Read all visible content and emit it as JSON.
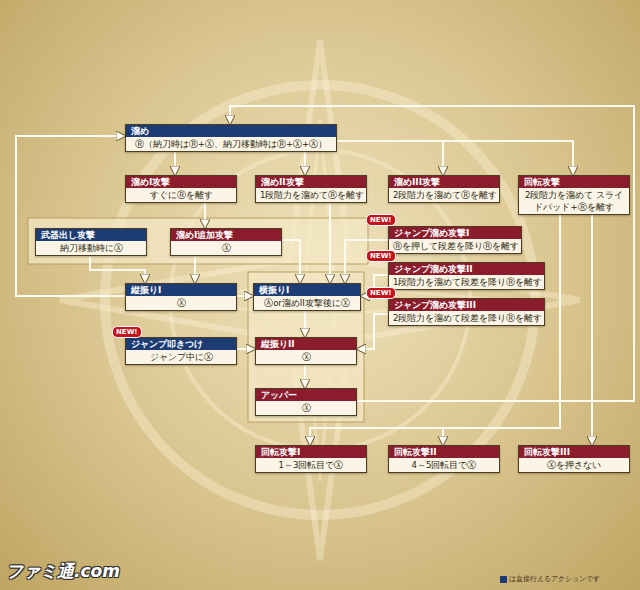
{
  "diagram": {
    "nodes": [
      {
        "text": [
          "溜め",
          "Ⓡ（納刀時はⓇ+Ⓧ、納刀移動時はⓇ+Ⓧ+Ⓐ）"
        ]
      },
      {
        "text": [
          "溜めI攻撃",
          "すぐにⓇを離す"
        ]
      },
      {
        "text": [
          "溜めII攻撃",
          "1段階力を溜めてⓇを離す"
        ]
      },
      {
        "text": [
          "溜めIII攻撃",
          "2段階力を溜めてⓇを離す"
        ]
      },
      {
        "text": [
          "回転攻撃",
          "2段階力を溜めて スライドパッド+Ⓡを離す"
        ]
      },
      {
        "text": [
          "武器出し攻撃",
          "納刀移動時にⓍ"
        ]
      },
      {
        "text": [
          "溜めI追加攻撃",
          "Ⓧ"
        ]
      },
      {
        "text": [
          "ジャンプ溜め攻撃I",
          "Ⓡを押して段差を降りⓇを離す"
        ]
      },
      {
        "text": [
          "ジャンプ溜め攻撃II",
          "1段階力を溜めて段差を降りⓇを離す"
        ]
      },
      {
        "text": [
          "縦振りI",
          "Ⓧ"
        ]
      },
      {
        "text": [
          "横振りI",
          "Ⓐor溜めII攻撃後にⓍ"
        ]
      },
      {
        "text": [
          "ジャンプ溜め攻撃III",
          "2段階力を溜めて段差を降りⓇを離す"
        ]
      },
      {
        "text": [
          "ジャンプ叩きつけ",
          "ジャンプ中にⓍ"
        ]
      },
      {
        "text": [
          "縦振りII",
          "Ⓧ"
        ]
      },
      {
        "text": [
          "アッパー",
          "Ⓧ"
        ]
      },
      {
        "text": [
          "回転攻撃I",
          "1～3回転目でⓍ"
        ]
      },
      {
        "text": [
          "回転攻撃II",
          "4～5回転目でⓍ"
        ]
      },
      {
        "text": [
          "回転攻撃III",
          "Ⓧを押さない"
        ]
      }
    ],
    "edges": [
      {
        "from": 0,
        "to": 1,
        "arrow": "to"
      },
      {
        "from": 0,
        "to": 2,
        "arrow": "to"
      },
      {
        "from": 0,
        "to": 3,
        "arrow": "to"
      },
      {
        "from": 0,
        "to": 4,
        "arrow": "to"
      },
      {
        "from": 1,
        "to": 6,
        "arrow": "to"
      },
      {
        "from": 5,
        "to": 9,
        "arrow": "to"
      },
      {
        "from": 6,
        "to": 9,
        "arrow": "to"
      },
      {
        "from": 6,
        "to": 10,
        "arrow": "to"
      },
      {
        "from": 2,
        "to": 10,
        "arrow": "to"
      },
      {
        "from": 9,
        "to": 10,
        "arrow": "to"
      },
      {
        "from": 10,
        "to": 13,
        "arrow": "to"
      },
      {
        "from": 12,
        "to": 13,
        "arrow": "to"
      },
      {
        "from": 13,
        "to": 14,
        "arrow": "to"
      },
      {
        "from": 9,
        "to": 0,
        "arrow": "to"
      },
      {
        "from": 14,
        "to": 0,
        "arrow": "to"
      },
      {
        "from": 7,
        "to": 10,
        "arrow": "to"
      },
      {
        "from": 8,
        "to": 10,
        "arrow": "to"
      },
      {
        "from": 11,
        "to": 13,
        "arrow": "to"
      },
      {
        "from": 4,
        "to": 15,
        "arrow": "to"
      },
      {
        "from": 4,
        "to": 16,
        "arrow": "to"
      },
      {
        "from": 4,
        "to": 17,
        "arrow": "to"
      }
    ],
    "labels": [
      "NEW!",
      "NEW!",
      "NEW!",
      "NEW!",
      "ファミ通.com"
    ],
    "legend": [
      {
        "text": "は直接行えるアクションです",
        "color": "#1d3c74"
      }
    ]
  }
}
